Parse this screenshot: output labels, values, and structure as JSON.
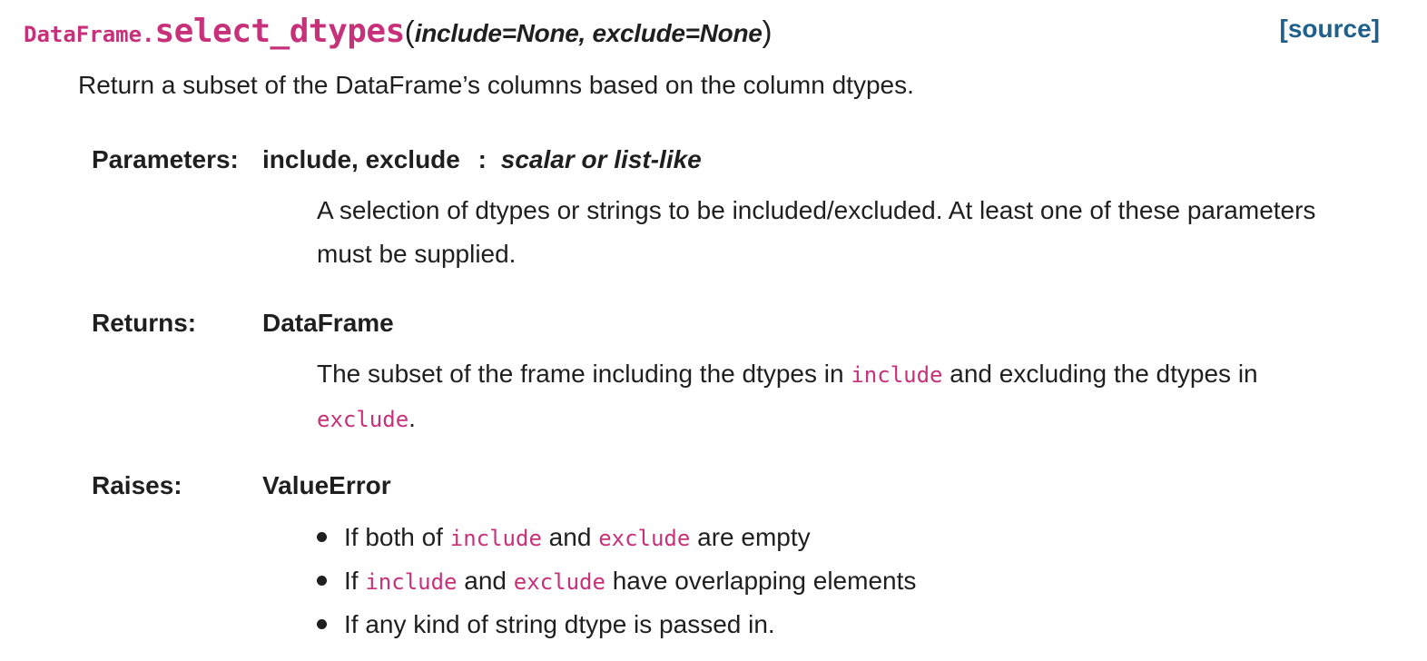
{
  "signature": {
    "class_prefix": "DataFrame.",
    "function_name": "select_dtypes",
    "open_paren": "(",
    "args": "include=None, exclude=None",
    "close_paren": ")",
    "source_link": "[source]"
  },
  "description": "Return a subset of the DataFrame’s columns based on the column dtypes.",
  "parameters": {
    "label": "Parameters:",
    "name": "include, exclude",
    "separator": ":",
    "type": "scalar or list-like",
    "body": "A selection of dtypes or strings to be included/excluded. At least one of these parameters must be supplied."
  },
  "returns": {
    "label": "Returns:",
    "type": "DataFrame",
    "body_part1": "The subset of the frame including the dtypes in ",
    "code1": "include",
    "body_part2": " and excluding the dtypes in ",
    "code2": "exclude",
    "body_part3": "."
  },
  "raises": {
    "label": "Raises:",
    "type": "ValueError",
    "items": [
      {
        "t1": "If both of ",
        "c1": "include",
        "t2": " and ",
        "c2": "exclude",
        "t3": " are empty"
      },
      {
        "t1": "If ",
        "c1": "include",
        "t2": " and ",
        "c2": "exclude",
        "t3": " have overlapping elements"
      },
      {
        "t1": "If any kind of string dtype is passed in."
      }
    ]
  }
}
